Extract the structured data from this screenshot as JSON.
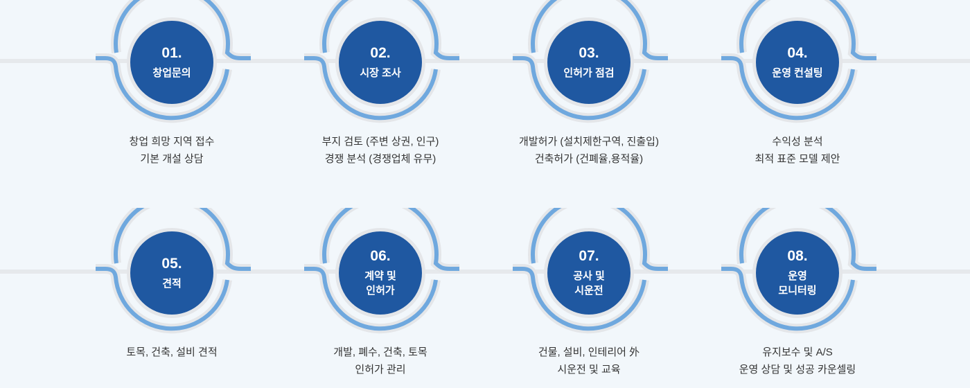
{
  "colors": {
    "badge": "#1f58a1",
    "ring": "#6fa8de",
    "track": "#e6e9ec"
  },
  "steps": [
    {
      "num": "01.",
      "title": "창업문의",
      "desc": [
        "창업 희망 지역 접수",
        "기본 개설 상담"
      ]
    },
    {
      "num": "02.",
      "title": "시장 조사",
      "desc": [
        "부지 검토 (주변 상권, 인구)",
        "경쟁 분석 (경쟁업체 유무)"
      ]
    },
    {
      "num": "03.",
      "title": "인허가 점검",
      "desc": [
        "개발허가 (설치제한구역, 진출입)",
        "건축허가 (건폐율,용적율)"
      ]
    },
    {
      "num": "04.",
      "title": "운영 컨설팅",
      "desc": [
        "수익성 분석",
        "최적 표준 모델 제안"
      ]
    },
    {
      "num": "05.",
      "title": "견적",
      "desc": [
        "토목, 건축, 설비 견적",
        ""
      ]
    },
    {
      "num": "06.",
      "title": "계약 및\n인허가",
      "desc": [
        "개발, 폐수, 건축, 토목",
        "인허가 관리"
      ]
    },
    {
      "num": "07.",
      "title": "공사 및\n시운전",
      "desc": [
        "건물, 설비, 인테리어 外",
        "시운전 및 교육"
      ]
    },
    {
      "num": "08.",
      "title": "운영\n모니터링",
      "desc": [
        "유지보수 및 A/S",
        "운영 상담 및 성공 카운셀링"
      ]
    }
  ]
}
